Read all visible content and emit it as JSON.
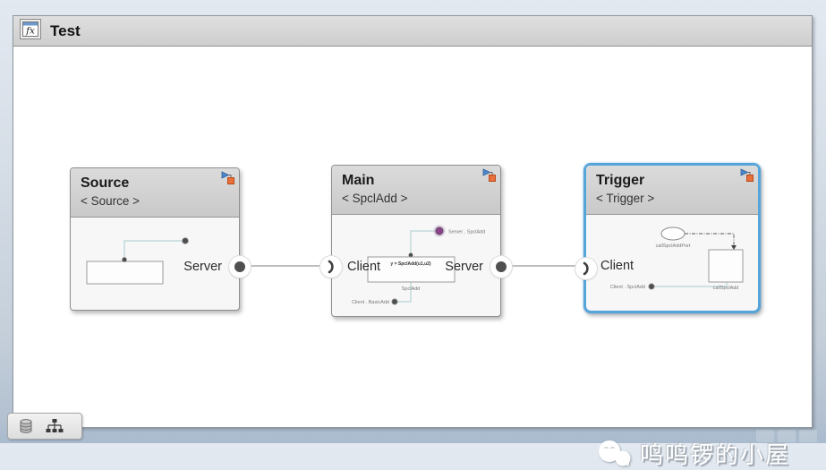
{
  "window": {
    "title": "Test"
  },
  "components": [
    {
      "name": "Source",
      "stereotype": "< Source >",
      "server_port_label": "Server"
    },
    {
      "name": "Main",
      "stereotype": "< SpclAdd >",
      "client_port_label": "Client",
      "server_port_label": "Server",
      "thumb": {
        "top_label": "Server . SpclAdd",
        "expr": "y = SpclAdd(u1,u2)",
        "block_name": "SpclAdd",
        "bottom_label": "Client . BasicAdd"
      }
    },
    {
      "name": "Trigger",
      "stereotype": "< Trigger >",
      "client_port_label": "Client",
      "thumb": {
        "oval_label": "callSpclAddPort",
        "box_label": "callSpclAdd",
        "port_label": "Client . SpclAdd"
      }
    }
  ],
  "watermark": {
    "text": "鸣鸣锣的小屋"
  },
  "colors": {
    "selection_blue": "#56a5da",
    "badge_blue": "#4c88cc",
    "badge_orange": "#e8703a",
    "wire_gray": "#a8a8a8",
    "thumb_wire_teal": "#b7d4d6",
    "purple_port": "#90408e"
  }
}
